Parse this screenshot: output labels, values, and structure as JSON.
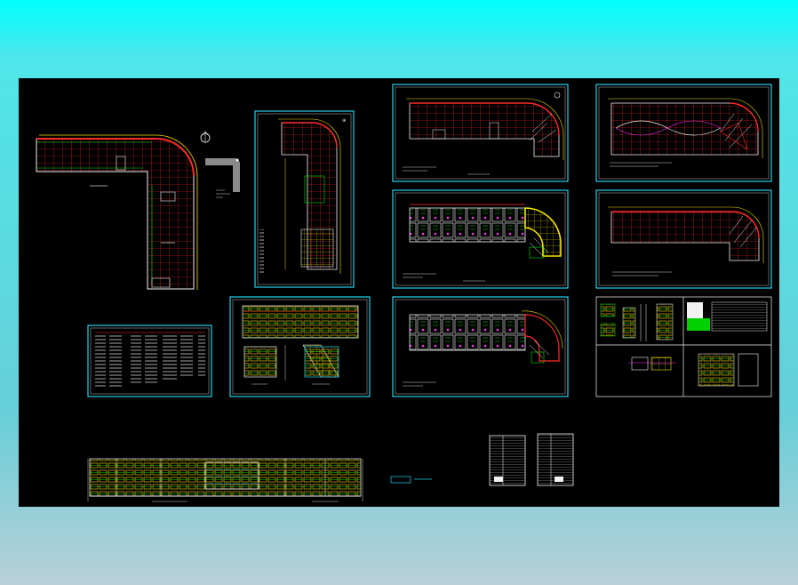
{
  "window": {
    "background_top": "#00ffff",
    "background_bottom": "#b8cfd8",
    "canvas_color": "#000000"
  },
  "colors": {
    "frame": "#22d3ee",
    "axis_red": "#ff2a2a",
    "grid_yellow": "#f5e300",
    "wall_white": "#f2f2f2",
    "green": "#00e000",
    "magenta": "#ff33ff",
    "gray_block": "#8a8a8a"
  },
  "sheets": [
    {
      "id": "plan-l-shaped",
      "kind": "floor-plan"
    },
    {
      "id": "key-plan",
      "kind": "site-key"
    },
    {
      "id": "plan-vertical",
      "kind": "floor-plan"
    },
    {
      "id": "plan-upper-1",
      "kind": "floor-plan"
    },
    {
      "id": "plan-upper-2",
      "kind": "floor-plan"
    },
    {
      "id": "plan-mid-1",
      "kind": "floor-plan"
    },
    {
      "id": "plan-mid-2",
      "kind": "floor-plan"
    },
    {
      "id": "plan-lower-1",
      "kind": "floor-plan"
    },
    {
      "id": "details-grid",
      "kind": "details"
    },
    {
      "id": "notes-sheet",
      "kind": "notes"
    },
    {
      "id": "elevations-sheet",
      "kind": "elevation"
    },
    {
      "id": "long-elevation",
      "kind": "elevation"
    },
    {
      "id": "schedule-1",
      "kind": "table"
    },
    {
      "id": "schedule-2",
      "kind": "table"
    }
  ]
}
